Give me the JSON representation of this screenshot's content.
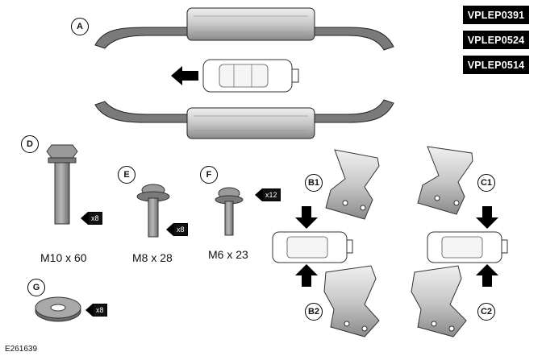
{
  "diagram_codes": [
    "VPLEP0391",
    "VPLEP0524",
    "VPLEP0514"
  ],
  "callouts": {
    "A": "A",
    "B1": "B1",
    "B2": "B2",
    "C1": "C1",
    "C2": "C2",
    "D": "D",
    "E": "E",
    "F": "F",
    "G": "G"
  },
  "fasteners": {
    "D": {
      "size": "M10 x 60",
      "qty": "x8"
    },
    "E": {
      "size": "M8 x 28",
      "qty": "x8"
    },
    "F": {
      "size": "M6 x 23",
      "qty": "x12"
    },
    "G": {
      "qty": "x8"
    }
  },
  "reference": "E261639",
  "colors": {
    "part_fill": "#d9d9d9",
    "part_dark": "#6e6e6e",
    "badge": "#000000"
  }
}
